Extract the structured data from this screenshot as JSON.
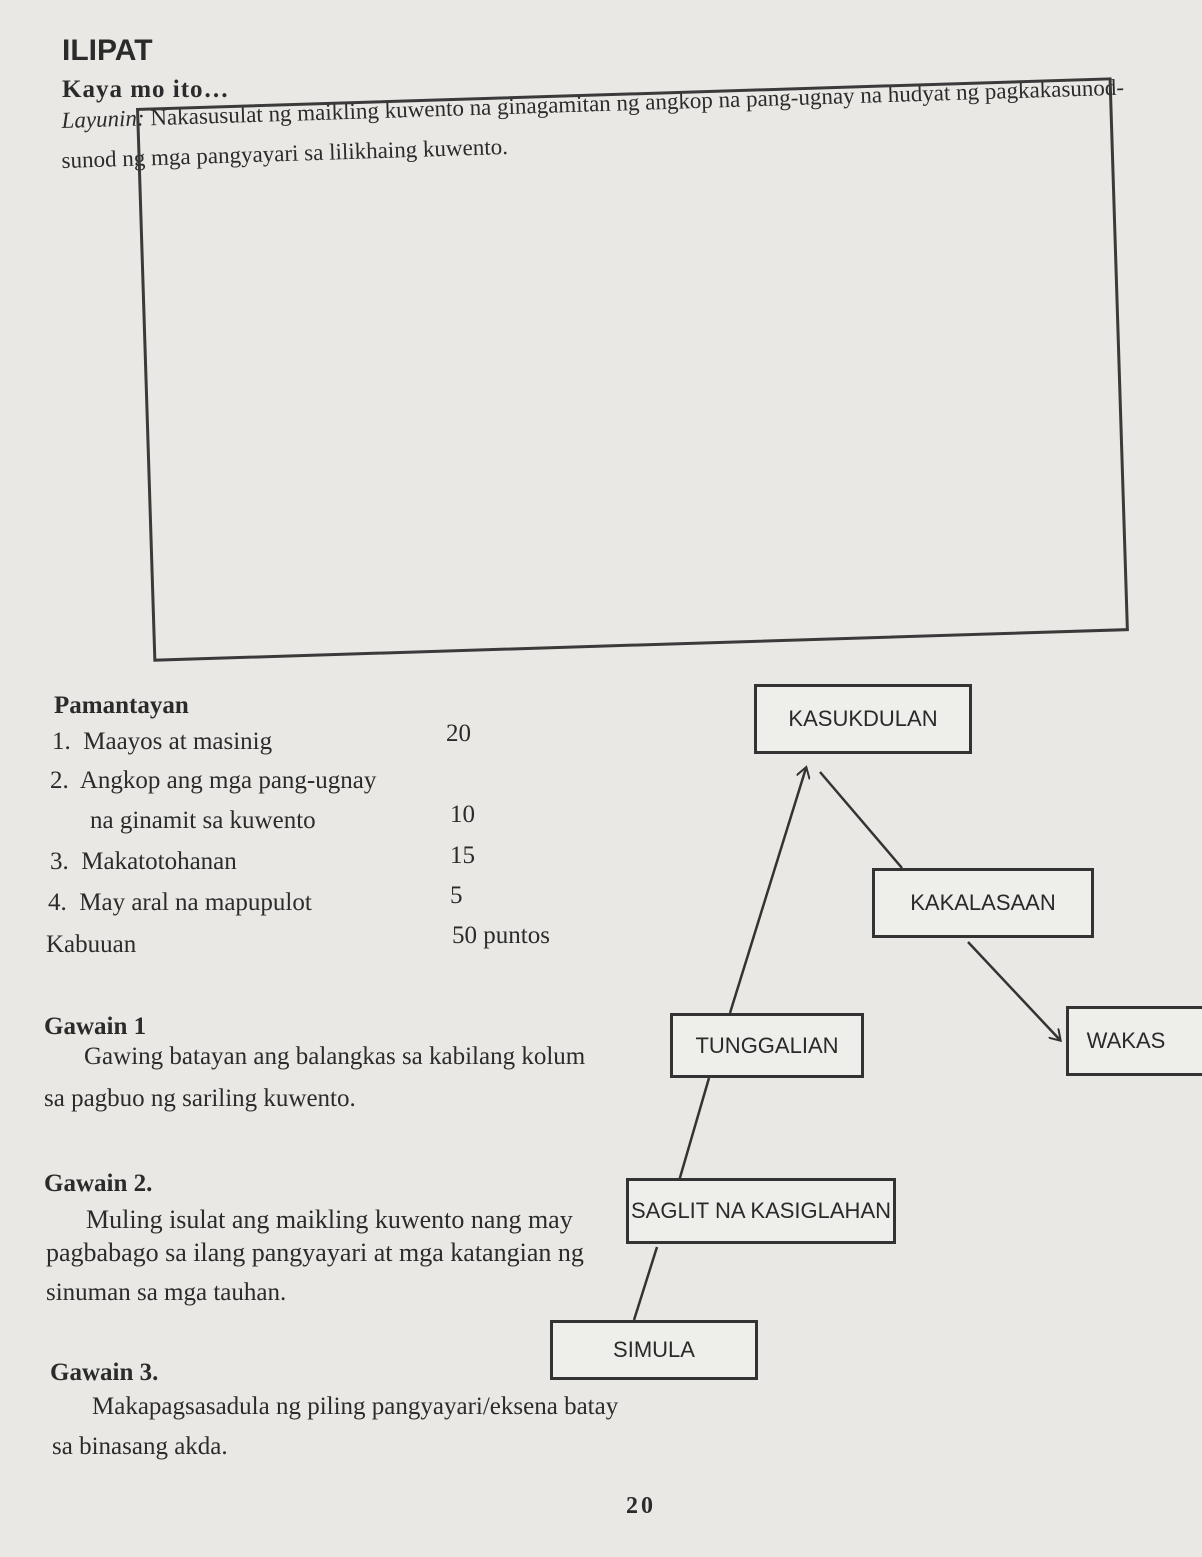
{
  "section_title": "ILIPAT",
  "subtitle": "Kaya mo ito…",
  "objective": {
    "label": "Layunin:",
    "line1": "Nakasusulat ng maikling kuwento na ginagamitan ng angkop na pang-ugnay na hudyat ng pagkakasunod-",
    "line2": "sunod ng mga pangyayari sa lilikhaing kuwento."
  },
  "rubric": {
    "title": "Pamantayan",
    "items": [
      {
        "num": "1.",
        "label": "Maayos at masinig",
        "points": "20"
      },
      {
        "num": "2.",
        "label": "Angkop ang mga pang-ugnay",
        "label2": "na ginamit sa kuwento",
        "points": "10"
      },
      {
        "num": "3.",
        "label": "Makatotohanan",
        "points": "15"
      },
      {
        "num": "4.",
        "label": "May aral na mapupulot",
        "points": "5"
      }
    ],
    "total_label": "Kabuuan",
    "total_points": "50 puntos"
  },
  "tasks": [
    {
      "title": "Gawain 1",
      "line1": "Gawing batayan ang balangkas sa kabilang kolum",
      "line2": "sa pagbuo ng sariling  kuwento."
    },
    {
      "title": "Gawain 2.",
      "line1": "Muling isulat ang maikling kuwento nang may",
      "line2": "pagbabago sa ilang pangyayari at mga katangian ng",
      "line3": "sinuman sa mga tauhan."
    },
    {
      "title": "Gawain 3.",
      "line1": "Makapagsasadula ng piling pangyayari/eksena batay",
      "line2": "sa binasang akda."
    }
  ],
  "plot_diagram": {
    "nodes": {
      "simula": "SIMULA",
      "saglit": "SAGLIT NA KASIGLAHAN",
      "tunggalian": "TUNGGALIAN",
      "kasukdulan": "KASUKDULAN",
      "kakalasaan": "KAKALASAAN",
      "wakas": "WAKAS"
    }
  },
  "page_number": "20"
}
